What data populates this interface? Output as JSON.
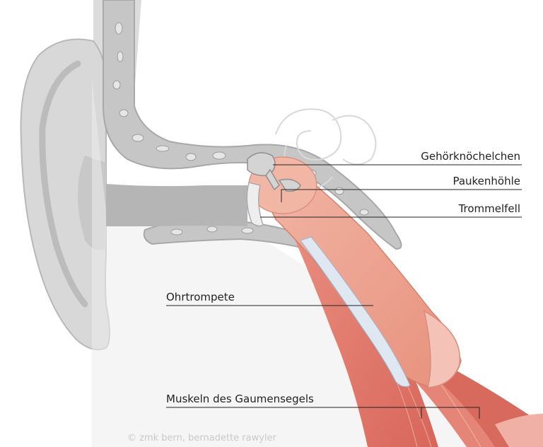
{
  "labels": {
    "ossicles": "Gehörknöchelchen",
    "tympanic_cavity": "Paukenhöhle",
    "eardrum": "Trommelfell",
    "eustachian_tube": "Ohrtrompete",
    "palate_muscles": "Muskeln des Gaumensegels"
  },
  "credit": "© zmk bern, bernadette rawyler",
  "colors": {
    "bone": "#c6c6c6",
    "bone_dark": "#9a9a9a",
    "skin": "#d7d7d7",
    "tube": "#f1b3a3",
    "tube_dark": "#e08c79",
    "muscle": "#e07c6d",
    "cartilage": "#d9e4f0"
  }
}
